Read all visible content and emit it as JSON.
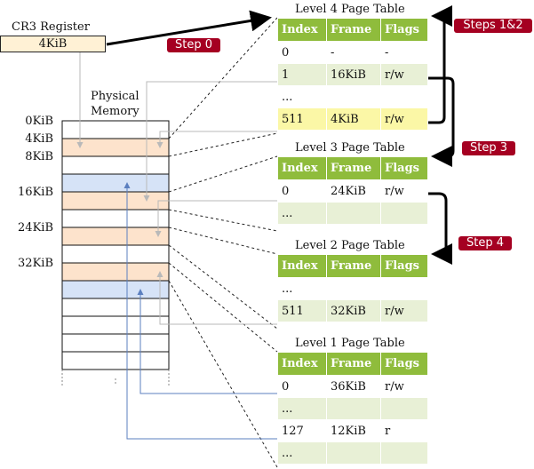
{
  "cr3": {
    "label": "CR3 Register",
    "value": "4KiB"
  },
  "memory": {
    "label_line1": "Physical",
    "label_line2": "Memory",
    "addresses": [
      "0KiB",
      "4KiB",
      "8KiB",
      "16KiB",
      "24KiB",
      "32KiB"
    ]
  },
  "steps": [
    "Step 0",
    "Steps 1&2",
    "Step 3",
    "Step 4"
  ],
  "tables": {
    "l4": {
      "title": "Level 4 Page Table",
      "headers": [
        "Index",
        "Frame",
        "Flags"
      ],
      "rows": [
        [
          "0",
          "-",
          "-"
        ],
        [
          "1",
          "16KiB",
          "r/w"
        ],
        [
          "...",
          "",
          ""
        ],
        [
          "511",
          "4KiB",
          "r/w"
        ]
      ]
    },
    "l3": {
      "title": "Level 3 Page Table",
      "headers": [
        "Index",
        "Frame",
        "Flags"
      ],
      "rows": [
        [
          "0",
          "24KiB",
          "r/w"
        ],
        [
          "...",
          "",
          ""
        ]
      ]
    },
    "l2": {
      "title": "Level 2 Page Table",
      "headers": [
        "Index",
        "Frame",
        "Flags"
      ],
      "rows": [
        [
          "...",
          "",
          ""
        ],
        [
          "511",
          "32KiB",
          "r/w"
        ]
      ]
    },
    "l1": {
      "title": "Level 1 Page Table",
      "headers": [
        "Index",
        "Frame",
        "Flags"
      ],
      "rows": [
        [
          "0",
          "36KiB",
          "r/w"
        ],
        [
          "...",
          "",
          ""
        ],
        [
          "127",
          "12KiB",
          "r"
        ],
        [
          "...",
          "",
          ""
        ]
      ]
    }
  },
  "colors": {
    "table_header": "#8fbc3c",
    "row_shade": "#e8f0d6",
    "highlight": "#fbf7a6",
    "frame_table": "#fde3cc",
    "frame_data": "#d6e3f7",
    "step_badge": "#a50021",
    "blue_arrow": "#5b7fbf"
  }
}
